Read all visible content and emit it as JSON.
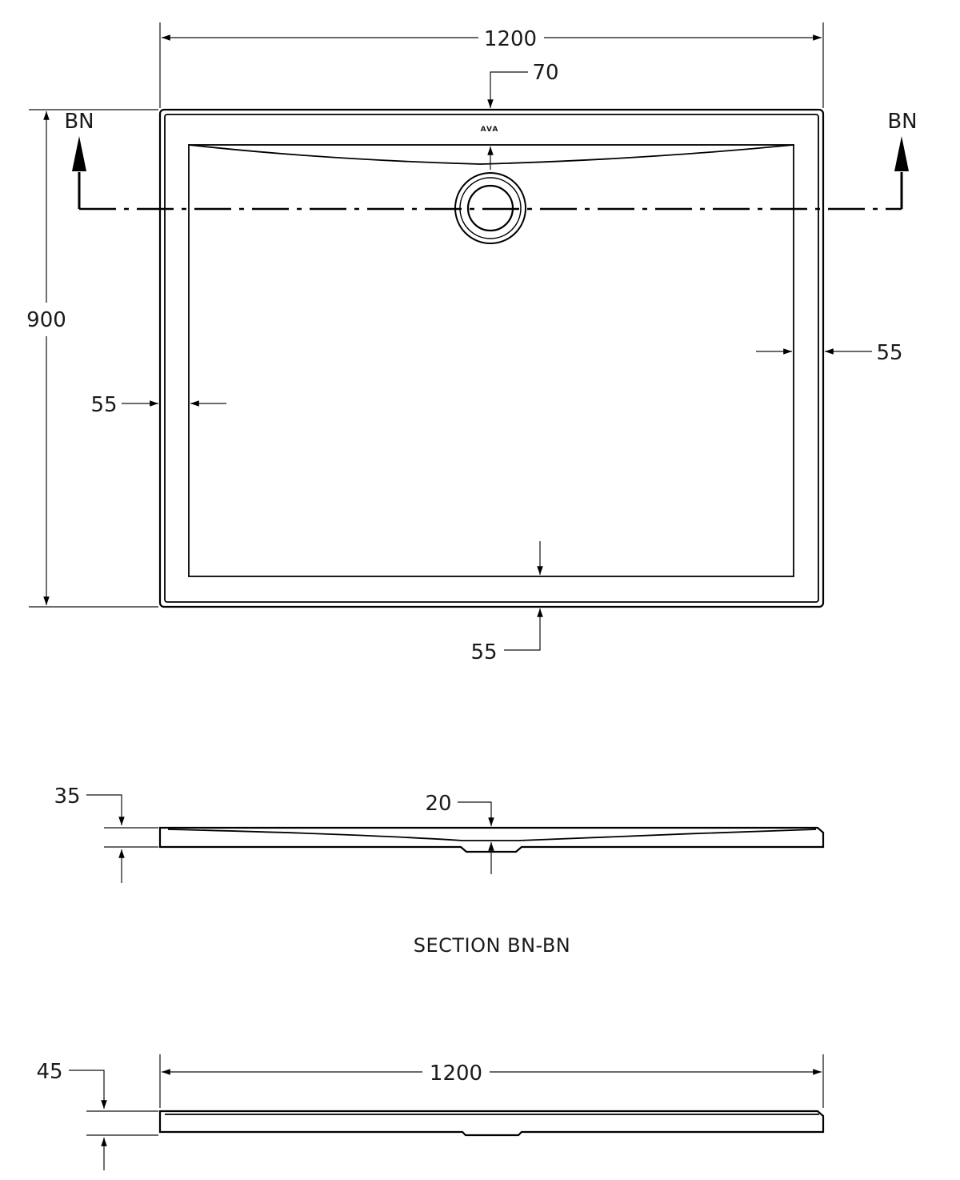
{
  "plan_view": {
    "overall_width": "1200",
    "overall_depth": "900",
    "waste_offset": "70",
    "rim_left": "55",
    "rim_right": "55",
    "rim_bottom": "55",
    "section_marker_left": "BN",
    "section_marker_right": "BN",
    "logo_text": "AVA"
  },
  "section_view": {
    "rim_height": "35",
    "fall_depth": "20",
    "caption": "SECTION BN-BN"
  },
  "side_view": {
    "overall_width": "1200",
    "overall_height": "45"
  }
}
